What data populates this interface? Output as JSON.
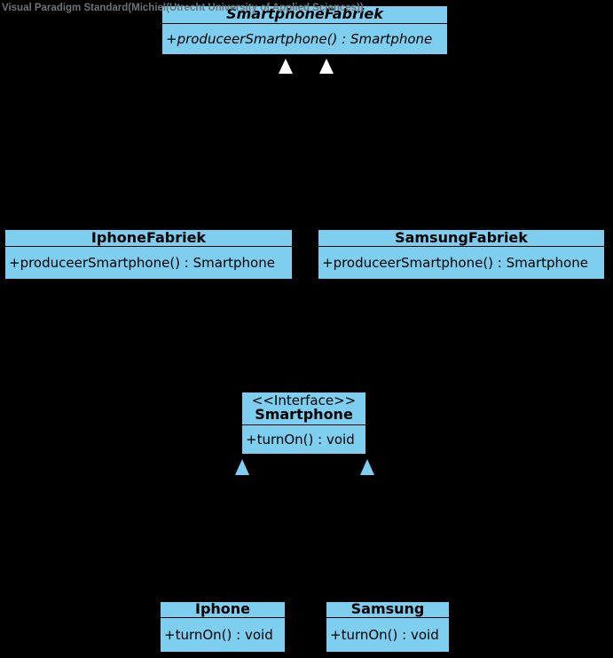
{
  "watermark": "Visual Paradigm Standard(Michiel(Utrecht University of Applied Sciences))",
  "colors": {
    "background": "#000000",
    "class_fill": "#7DCEEF",
    "class_border": "#000000",
    "class_text": "#000000",
    "watermark_text": "#6E7378",
    "generalization_arrowhead": "#FFFFFF",
    "realization_arrowhead": "#7DCEEF"
  },
  "diagram": {
    "type": "uml-class-diagram",
    "classes": [
      {
        "name": "SmartphoneFabriek",
        "abstract": true,
        "methods": [
          "+produceerSmartphone() : Smartphone"
        ]
      },
      {
        "name": "IphoneFabriek",
        "abstract": false,
        "methods": [
          "+produceerSmartphone() : Smartphone"
        ]
      },
      {
        "name": "SamsungFabriek",
        "abstract": false,
        "methods": [
          "+produceerSmartphone() : Smartphone"
        ]
      },
      {
        "stereotype": "<<Interface>>",
        "name": "Smartphone",
        "abstract": false,
        "methods": [
          "+turnOn() : void"
        ]
      },
      {
        "name": "Iphone",
        "abstract": false,
        "methods": [
          "+turnOn() : void"
        ]
      },
      {
        "name": "Samsung",
        "abstract": false,
        "methods": [
          "+turnOn() : void"
        ]
      }
    ],
    "relationships": [
      {
        "type": "generalization",
        "from": "IphoneFabriek",
        "to": "SmartphoneFabriek"
      },
      {
        "type": "generalization",
        "from": "SamsungFabriek",
        "to": "SmartphoneFabriek"
      },
      {
        "type": "realization",
        "from": "Iphone",
        "to": "Smartphone"
      },
      {
        "type": "realization",
        "from": "Samsung",
        "to": "Smartphone"
      }
    ]
  }
}
